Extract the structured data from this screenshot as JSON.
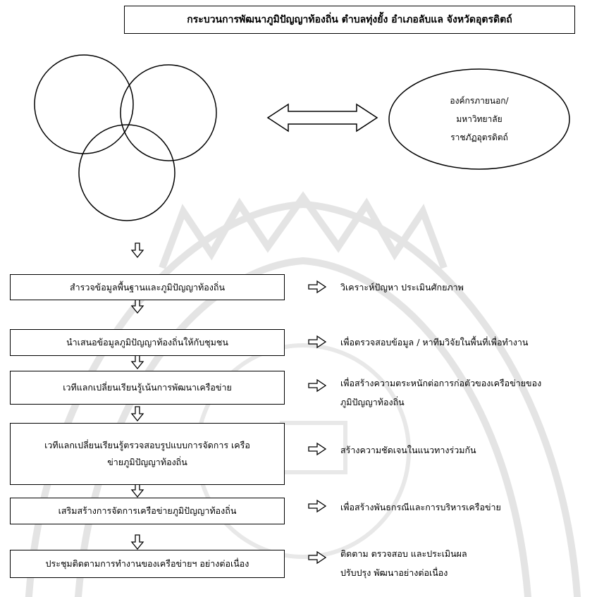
{
  "title": "กระบวนการพัฒนาภูมิปัญญาท้องถิ่น  ตำบลทุ่งยั้ง  อำเภอลับแล  จังหวัดอุตรดิตถ์",
  "partner": {
    "line1": "องค์กรภายนอก/",
    "line2": "มหาวิทยาลัย",
    "line3": "ราชภัฏอุตรดิตถ์"
  },
  "steps": [
    {
      "label": "สำรวจข้อมูลพื้นฐานและภูมิปัญญาท้องถิ่น",
      "result": [
        "วิเคราะห์ปัญหา  ประเมินศักยภาพ"
      ]
    },
    {
      "label": "นำเสนอข้อมูลภูมิปัญญาท้องถิ่นให้กับชุมชน",
      "result": [
        "เพื่อตรวจสอบข้อมูล / หาทีมวิจัยในพื้นที่เพื่อทำงาน"
      ]
    },
    {
      "label": "เวทีแลกเปลี่ยนเรียนรู้เน้นการพัฒนาเครือข่าย",
      "result": [
        "เพื่อสร้างความตระหนักต่อการก่อตัวของเครือข่ายของ",
        "ภูมิปัญญาท้องถิ่น"
      ]
    },
    {
      "label": "เวทีแลกเปลี่ยนเรียนรู้ตรวจสอบรูปแบบการจัดการ เครือข่ายภูมิปัญญาท้องถิ่น",
      "result": [
        "สร้างความชัดเจนในแนวทางร่วมกัน"
      ]
    },
    {
      "label": "เสริมสร้างการจัดการเครือข่ายภูมิปัญญาท้องถิ่น",
      "result": [
        "เพื่อสร้างพันธกรณีและการบริหารเครือข่าย"
      ]
    },
    {
      "label": "ประชุมติดตามการทำงานของเครือข่ายฯ อย่างต่อเนื่อง",
      "result": [
        "ติดตาม  ตรวจสอบ  และประเมินผล",
        "ปรับปรุง  พัฒนาอย่างต่อเนื่อง"
      ]
    }
  ]
}
